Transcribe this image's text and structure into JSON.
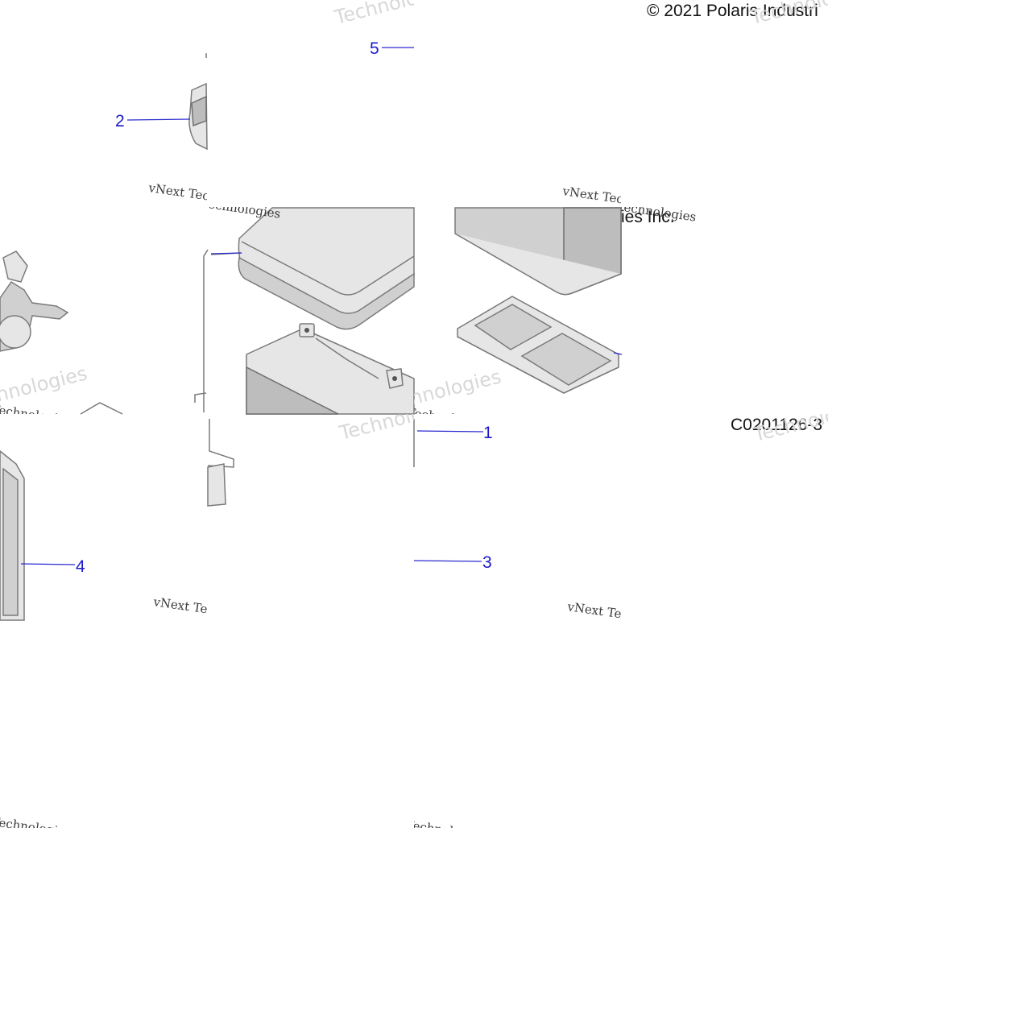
{
  "copyright": "© 2021 Polaris Industri",
  "copyright_tail": "ies Inc.",
  "diagram_id": "C0201126-3",
  "callouts": [
    {
      "id": "1",
      "label": "1"
    },
    {
      "id": "2",
      "label": "2"
    },
    {
      "id": "3",
      "label": "3"
    },
    {
      "id": "4",
      "label": "4"
    },
    {
      "id": "5",
      "label": "5"
    }
  ],
  "watermark": {
    "line1": "vNext Technologies",
    "line2": "Technologies"
  },
  "colors": {
    "callout": "#1a1acc",
    "part_fill": "#d0d0d0",
    "part_stroke": "#7a7a7a",
    "background": "#ffffff"
  }
}
